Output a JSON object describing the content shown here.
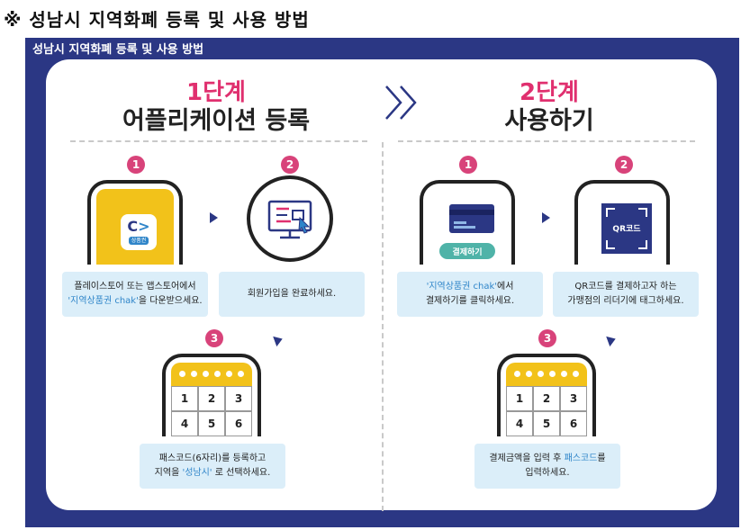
{
  "doc_heading": "※ 성남시 지역화폐 등록 및 사용 방법",
  "frame_title": "성남시 지역화폐 등록 및 사용 방법",
  "colors": {
    "navy": "#2b3784",
    "pink": "#e0306f",
    "yellow": "#f2c21a",
    "callout": "#dbeef9",
    "highlight": "#2f85c9"
  },
  "stage1": {
    "num": "1단계",
    "title": "어플리케이션 등록",
    "steps": [
      {
        "badge": "1",
        "app_label": "상품권",
        "icon": "chak-app-icon",
        "line1": "플레이스토어 또는 앱스토어에서",
        "line2_hl": "'지역상품권 chak'",
        "line2_rest": "을 다운받으세요."
      },
      {
        "badge": "2",
        "icon": "monitor-signup-icon",
        "line1": "회원가입을 완료하세요."
      },
      {
        "badge": "3",
        "keys": [
          "1",
          "2",
          "3",
          "4",
          "5",
          "6"
        ],
        "line1": "패스코드(6자리)를 등록하고",
        "line2_pre": "지역을 ",
        "line2_hl": "'성남시'",
        "line2_rest": " 로 선택하세요."
      }
    ]
  },
  "stage2": {
    "num": "2단계",
    "title": "사용하기",
    "steps": [
      {
        "badge": "1",
        "pay_button": "결제하기",
        "icon": "card-icon",
        "line1_hl": "'지역상품권 chak'",
        "line1_rest": "에서",
        "line2": "결제하기를 클릭하세요."
      },
      {
        "badge": "2",
        "qr_label": "QR코드",
        "icon": "qr-frame-icon",
        "line1": "QR코드를 결제하고자 하는",
        "line2": "가맹점의 리더기에 태그하세요."
      },
      {
        "badge": "3",
        "keys": [
          "1",
          "2",
          "3",
          "4",
          "5",
          "6"
        ],
        "line1_pre": "결제금액을 입력 후 ",
        "line1_hl": "패스코드",
        "line1_rest": "를",
        "line2": "입력하세요."
      }
    ]
  }
}
